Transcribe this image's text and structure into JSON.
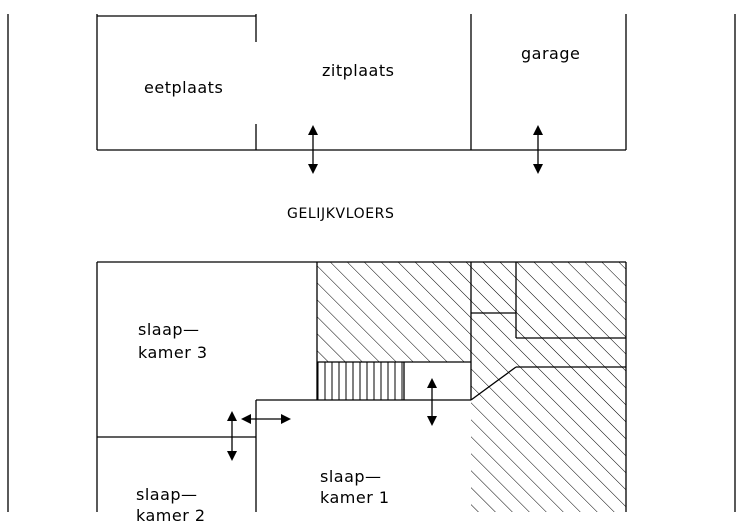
{
  "ground_floor": {
    "title": "GELIJKVLOERS",
    "rooms": {
      "eetplaats": "eetplaats",
      "zitplaats": "zitplaats",
      "garage": "garage"
    }
  },
  "upper_floor": {
    "rooms": {
      "slaapkamer_3_line1": "slaap—",
      "slaapkamer_3_line2": "kamer 3",
      "slaapkamer_2_line1": "slaap—",
      "slaapkamer_2_line2": "kamer 2",
      "slaapkamer_1_line1": "slaap—",
      "slaapkamer_1_line2": "kamer 1"
    }
  }
}
